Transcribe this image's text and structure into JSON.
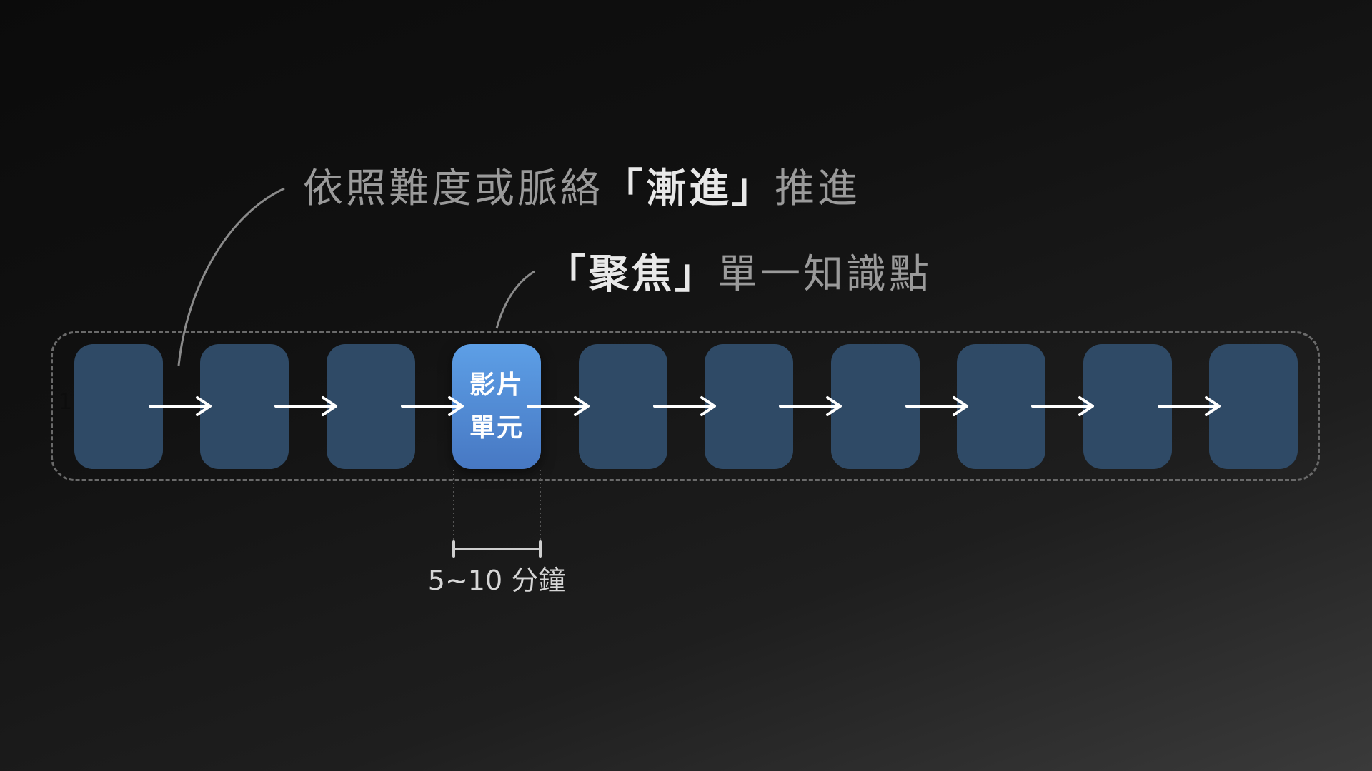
{
  "annotations": {
    "top": {
      "pre": "依照難度或脈絡",
      "emphasis": "「漸進」",
      "post": "推進"
    },
    "focus": {
      "emphasis": "「聚焦」",
      "post": "單一知識點"
    }
  },
  "sequence": {
    "index_label": "1",
    "unit_count": 10,
    "highlight_index": 3,
    "highlight_label_line1": "影片",
    "highlight_label_line2": "單元"
  },
  "duration": {
    "label": "5~10 分鐘"
  },
  "colors": {
    "unit": "#2f4a66",
    "unit_highlight": "#5a9ae2",
    "arrow": "#ffffff",
    "annotation": "#9a9a9a",
    "annotation_emphasis": "#e8e8e8"
  }
}
